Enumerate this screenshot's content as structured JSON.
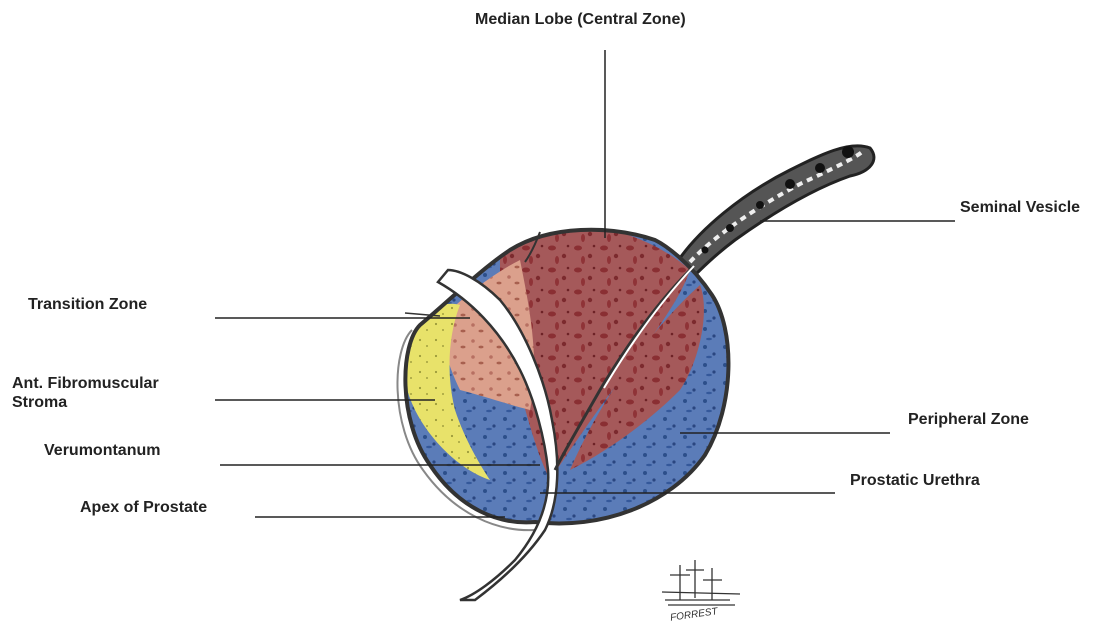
{
  "labels": {
    "median_lobe": "Median Lobe (Central Zone)",
    "seminal_vesicle": "Seminal Vesicle",
    "transition_zone": "Transition Zone",
    "afms_line1": "Ant. Fibromuscular",
    "afms_line2": "Stroma",
    "verumontanum": "Verumontanum",
    "apex": "Apex of Prostate",
    "peripheral_zone": "Peripheral Zone",
    "prostatic_urethra": "Prostatic Urethra"
  },
  "signature": "FORREST",
  "colors": {
    "central_zone": "#a5595a",
    "transition_zone": "#dba08c",
    "peripheral_zone": "#5b7cb8",
    "fibromuscular_stroma": "#e8e26a",
    "urethra": "#ffffff",
    "outline": "#333333"
  }
}
